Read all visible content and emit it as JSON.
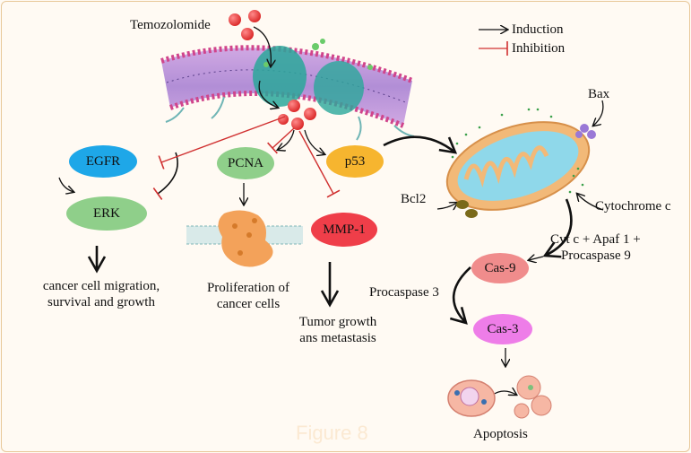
{
  "figure_label": "Figure 8",
  "legend": {
    "induction": "Induction",
    "inhibition": "Inhibition"
  },
  "drug": "Temozolomide",
  "nodes": {
    "egfr": "EGFR",
    "erk": "ERK",
    "pcna": "PCNA",
    "p53": "p53",
    "mmp1": "MMP-1",
    "cas9": "Cas-9",
    "cas3": "Cas-3"
  },
  "labels": {
    "migration_line1": "cancer cell migration,",
    "migration_line2": "survival and growth",
    "prolif_line1": "Proliferation of",
    "prolif_line2": "cancer cells",
    "tumor_line1": "Tumor growth",
    "tumor_line2": "ans metastasis",
    "bax": "Bax",
    "bcl2": "Bcl2",
    "cytochrome": "Cytochrome c",
    "cyt_line1": "Cyt c + Apaf 1 +",
    "cyt_line2": "Procaspase 9",
    "procaspase3": "Procaspase 3",
    "apoptosis": "Apoptosis"
  },
  "colors": {
    "egfr": "#1ea7e8",
    "erk": "#8fcf8a",
    "pcna": "#8fcf8a",
    "p53": "#f6b52f",
    "mmp1": "#ef3e49",
    "cas9": "#f08c8c",
    "cas3": "#ee7de8",
    "inhibition": "#d03030",
    "induction": "#111111"
  }
}
